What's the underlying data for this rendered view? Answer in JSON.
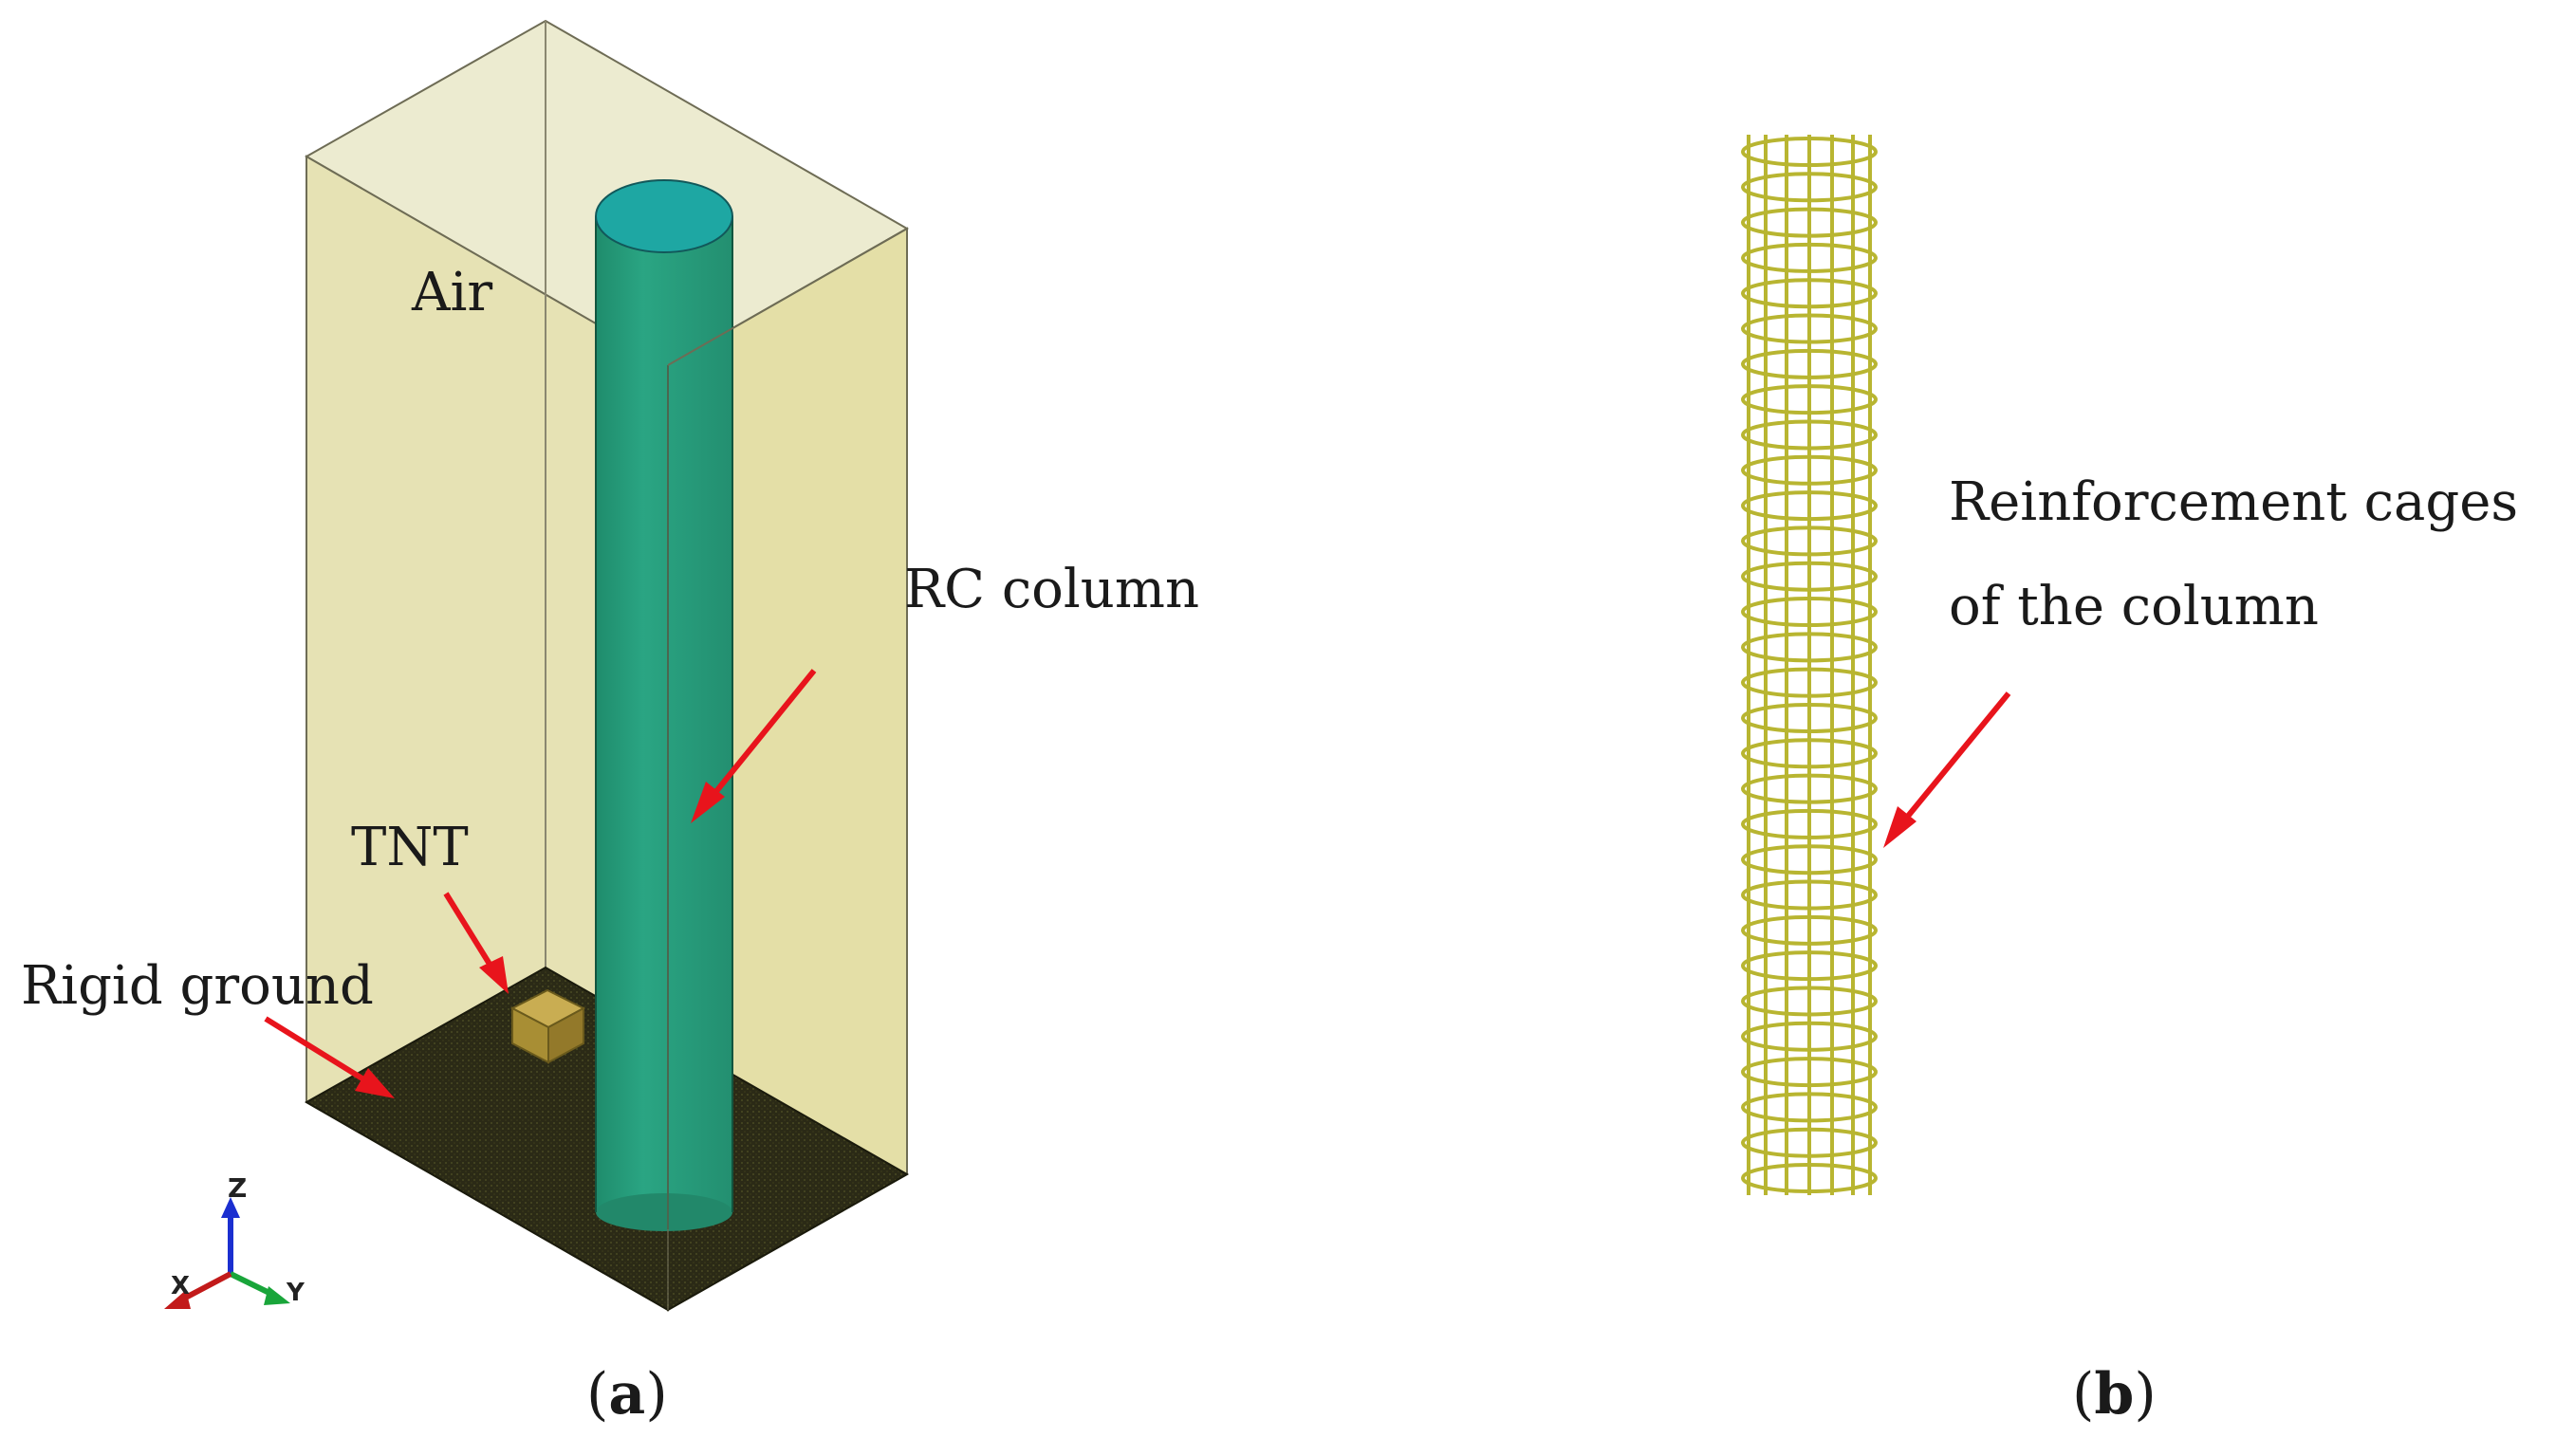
{
  "panel_a": {
    "labels": {
      "air": "Air",
      "rc_column": "RC column",
      "tnt": "TNT",
      "rigid_ground": "Rigid ground"
    },
    "caption": {
      "open": "(",
      "letter": "a",
      "close": ")"
    },
    "axis_triad": {
      "z": "Z",
      "x": "X",
      "y": "Y"
    }
  },
  "panel_b": {
    "labels": {
      "cage_line1": "Reinforcement cages",
      "cage_line2": "of the column"
    },
    "caption": {
      "open": "(",
      "letter": "b",
      "close": ")"
    }
  },
  "colors": {
    "air_fill": "#e8e4b8",
    "column_body": "#2a9e7c",
    "column_top": "#1fa6a3",
    "ground": "#2b2a16",
    "tnt": "#b59a3c",
    "rebar": "#b8b531",
    "arrow": "#e8141c",
    "axis_z": "#1b2fd0",
    "axis_x": "#c21a1a",
    "axis_y": "#19a53a"
  }
}
